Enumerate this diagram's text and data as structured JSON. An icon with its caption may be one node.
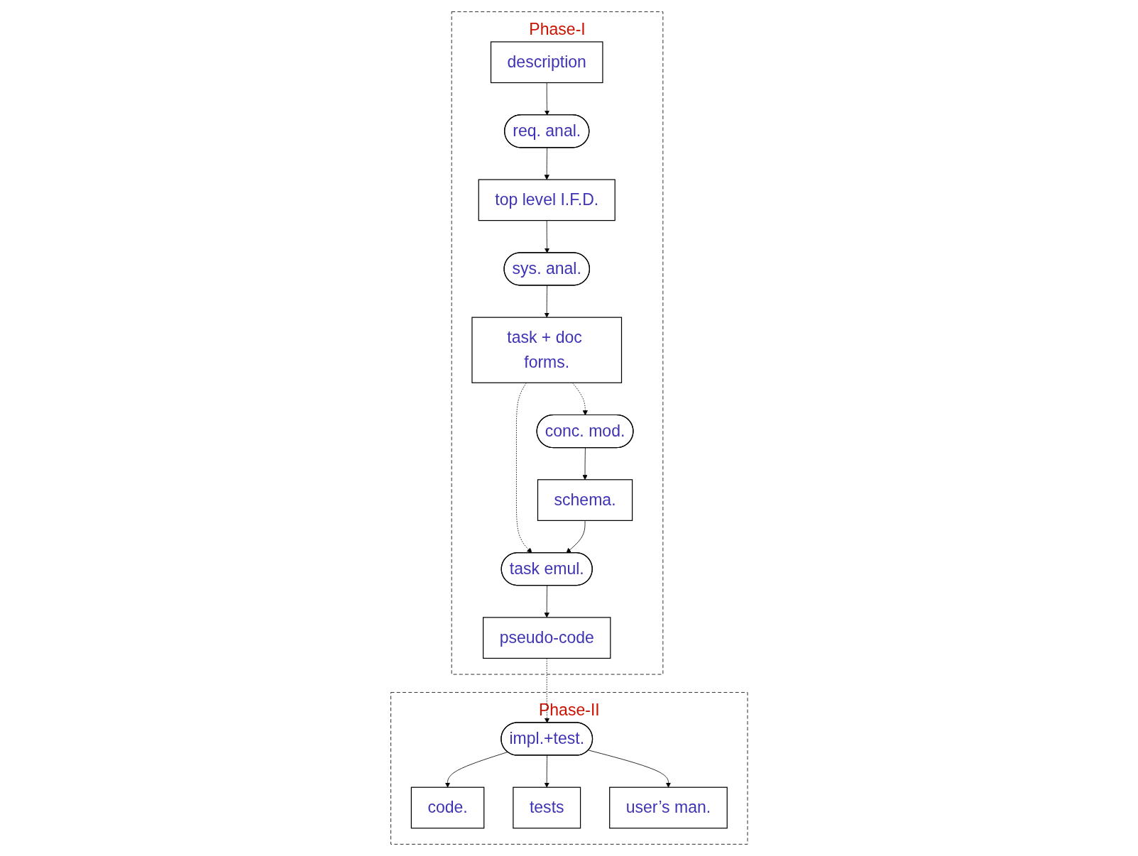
{
  "diagram": {
    "nodes": [
      {
        "text": [
          "Phase-I"
        ]
      },
      {
        "text": [
          "description"
        ],
        "in": 0
      },
      {
        "text": [
          "req. anal."
        ],
        "in": 0
      },
      {
        "text": [
          "top level I.F.D."
        ],
        "in": 0
      },
      {
        "text": [
          "sys. anal."
        ],
        "in": 0
      },
      {
        "text": [
          "task + doc forms."
        ],
        "in": 0
      },
      {
        "text": [
          "conc. mod."
        ],
        "in": 0
      },
      {
        "text": [
          "schema."
        ],
        "in": 0
      },
      {
        "text": [
          "task emul."
        ],
        "in": 0
      },
      {
        "text": [
          "pseudo-code"
        ],
        "in": 0
      },
      {
        "text": [
          "Phase-II"
        ]
      },
      {
        "text": [
          "impl.+test."
        ],
        "in": 10
      },
      {
        "text": [
          "code."
        ],
        "in": 10
      },
      {
        "text": [
          "tests"
        ],
        "in": 10
      },
      {
        "text": [
          "user’s man."
        ],
        "in": 10
      }
    ],
    "edges": [
      {
        "from": 1,
        "to": 2,
        "arrow": "to"
      },
      {
        "from": 2,
        "to": 3,
        "arrow": "to"
      },
      {
        "from": 3,
        "to": 4,
        "arrow": "to"
      },
      {
        "from": 4,
        "to": 5,
        "arrow": "to"
      },
      {
        "from": 5,
        "to": 6,
        "arrow": "to",
        "style": "dashed"
      },
      {
        "from": 5,
        "to": 8,
        "arrow": "to",
        "style": "dashed"
      },
      {
        "from": 6,
        "to": 7,
        "arrow": "to"
      },
      {
        "from": 7,
        "to": 8,
        "arrow": "to"
      },
      {
        "from": 8,
        "to": 9,
        "arrow": "to"
      },
      {
        "from": 9,
        "to": 11,
        "arrow": "to",
        "style": "dashed"
      },
      {
        "from": 11,
        "to": 12,
        "arrow": "to"
      },
      {
        "from": 11,
        "to": 13,
        "arrow": "to"
      },
      {
        "from": 11,
        "to": 14,
        "arrow": "to"
      }
    ]
  }
}
